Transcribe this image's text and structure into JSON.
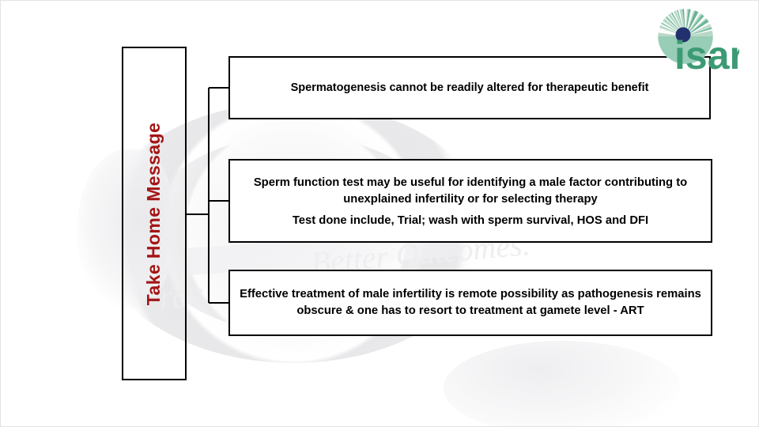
{
  "slide": {
    "root": {
      "label": "Take Home Message",
      "color": "#A31515"
    },
    "nodes": [
      {
        "id": "node-1",
        "lines": [
          "Spermatogenesis cannot be readily altered for therapeutic benefit"
        ]
      },
      {
        "id": "node-2",
        "lines": [
          "Sperm function test may be  useful for identifying a male factor contributing to unexplained infertility or for selecting therapy",
          "Test done include, Trial; wash with sperm survival, HOS and DFI"
        ]
      },
      {
        "id": "node-3",
        "lines": [
          "Effective treatment of male infertility is remote possibility as pathogenesis remains obscure & one has to resort to treatment at gamete level - ART"
        ]
      }
    ]
  },
  "logo": {
    "wordmark": "isar",
    "green": "#3C9B74",
    "dark_green": "#2E8B63",
    "dot_color": "#23306E"
  },
  "watermark": {
    "script_left": "rds",
    "script_right": "Better Outcomes.",
    "color": "#ededef"
  }
}
